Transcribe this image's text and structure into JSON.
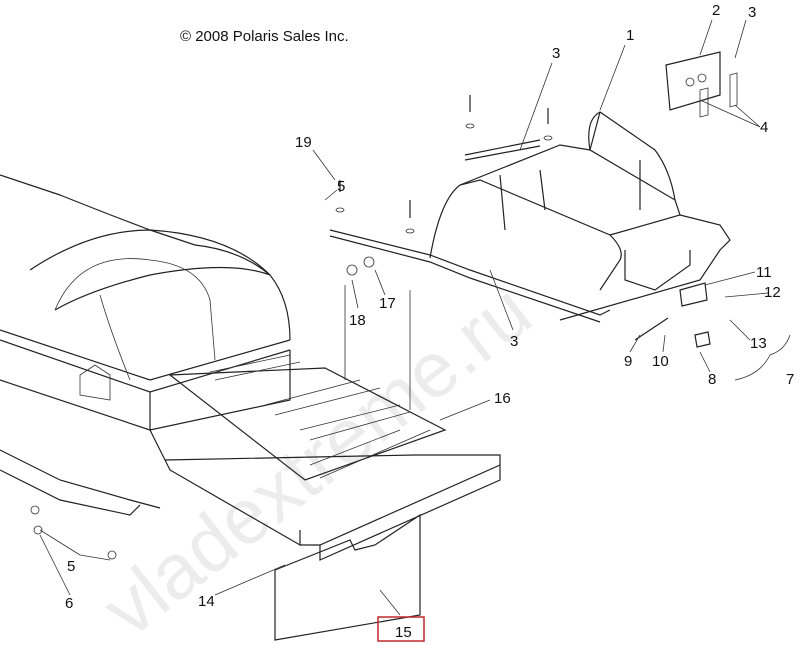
{
  "copyright": "©  2008 Polaris Sales Inc.",
  "watermark": "vladextreme.ru",
  "highlight_color": "#c0282d",
  "callouts": {
    "rack": "1",
    "plate": "2",
    "screw_top_right": "3",
    "screw_top": "3",
    "decals": "4",
    "washer_5a": "5",
    "bolt_19": "19",
    "cap_18": "18",
    "washer_17": "17",
    "screw_bottom": "3",
    "bracket_11": "11",
    "part_12": "12",
    "part_13": "13",
    "pin_9": "9",
    "clip_10": "10",
    "latch_8": "8",
    "hitch_assembly_7": "7",
    "mat_16": "16",
    "washer_5b": "5",
    "nut_6": "6",
    "rivet_14": "14",
    "snowflap_15": "15"
  }
}
